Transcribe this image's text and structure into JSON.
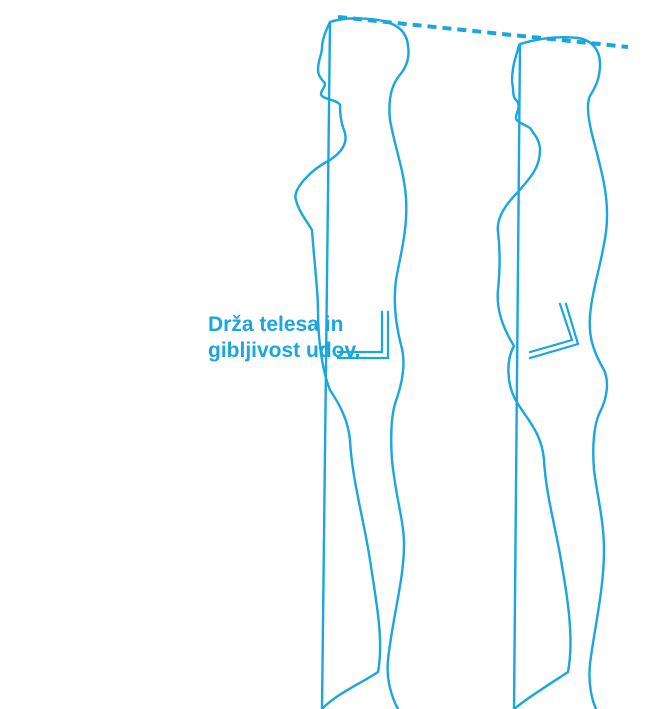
{
  "caption": {
    "line1": "Drža telesa in",
    "line2": "gibljivost udov."
  },
  "colors": {
    "accent": "#1aa6de",
    "background": "#ffffff"
  },
  "figures": [
    {
      "name": "upright-posture-figure",
      "posture": "upright"
    },
    {
      "name": "slouched-posture-figure",
      "posture": "slouched"
    }
  ],
  "icons": {
    "head-height-line": "dashed-line",
    "upright-angle": "right-angle-mark",
    "slouched-angle": "tilted-angle-mark"
  }
}
